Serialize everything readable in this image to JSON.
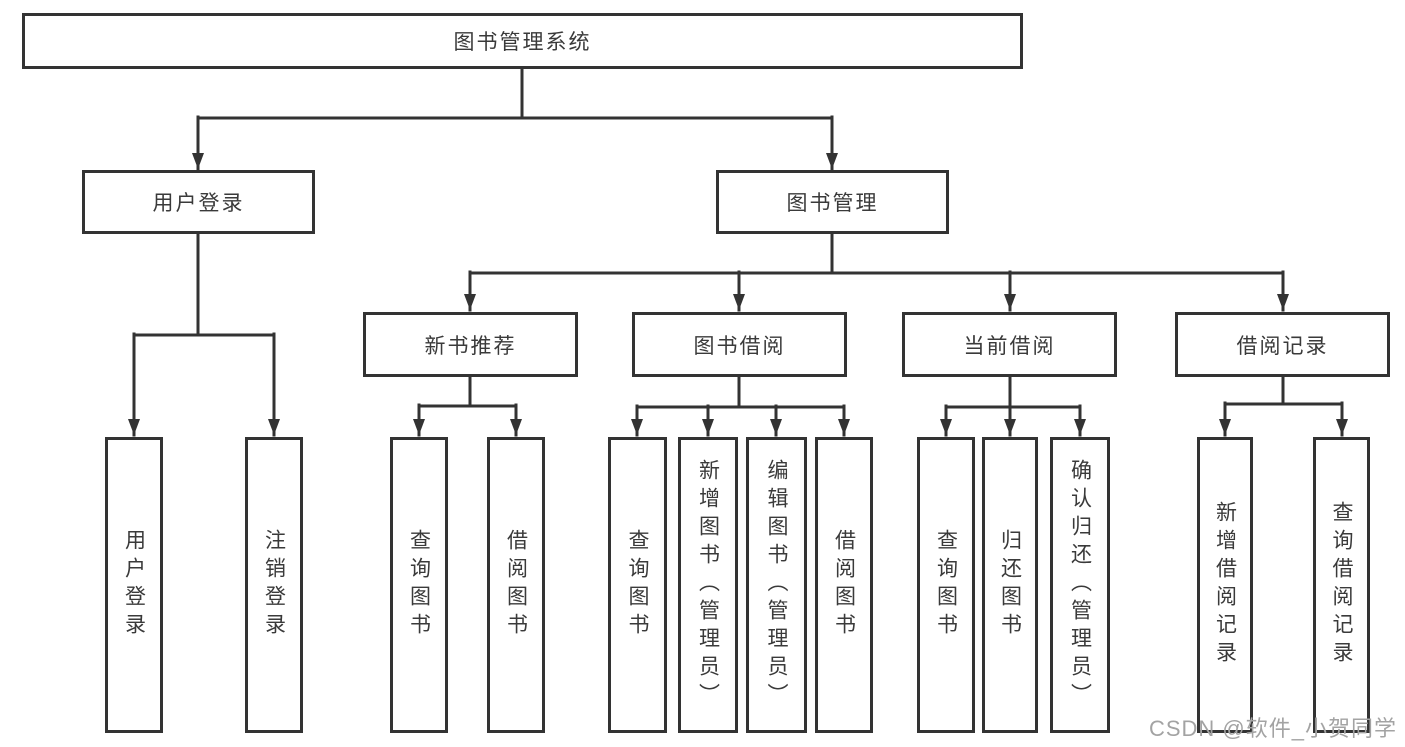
{
  "diagram": {
    "root": {
      "label": "图书管理系统"
    },
    "branches": [
      {
        "label": "用户登录",
        "leaves": [
          {
            "label": "用户登录"
          },
          {
            "label": "注销登录"
          }
        ]
      },
      {
        "label": "图书管理",
        "groups": [
          {
            "label": "新书推荐",
            "leaves": [
              {
                "label": "查询图书"
              },
              {
                "label": "借阅图书"
              }
            ]
          },
          {
            "label": "图书借阅",
            "leaves": [
              {
                "label": "查询图书"
              },
              {
                "label": "新增图书（管理员）"
              },
              {
                "label": "编辑图书（管理员）"
              },
              {
                "label": "借阅图书"
              }
            ]
          },
          {
            "label": "当前借阅",
            "leaves": [
              {
                "label": "查询图书"
              },
              {
                "label": "归还图书"
              },
              {
                "label": "确认归还（管理员）"
              }
            ]
          },
          {
            "label": "借阅记录",
            "leaves": [
              {
                "label": "新增借阅记录"
              },
              {
                "label": "查询借阅记录"
              }
            ]
          }
        ]
      }
    ]
  },
  "watermark": {
    "text": "CSDN @软件_小贺同学"
  },
  "colors": {
    "line": "#333333",
    "box_border": "#333333",
    "text": "#3a3a3a",
    "watermark": "#a3a3a3",
    "background": "#ffffff"
  }
}
